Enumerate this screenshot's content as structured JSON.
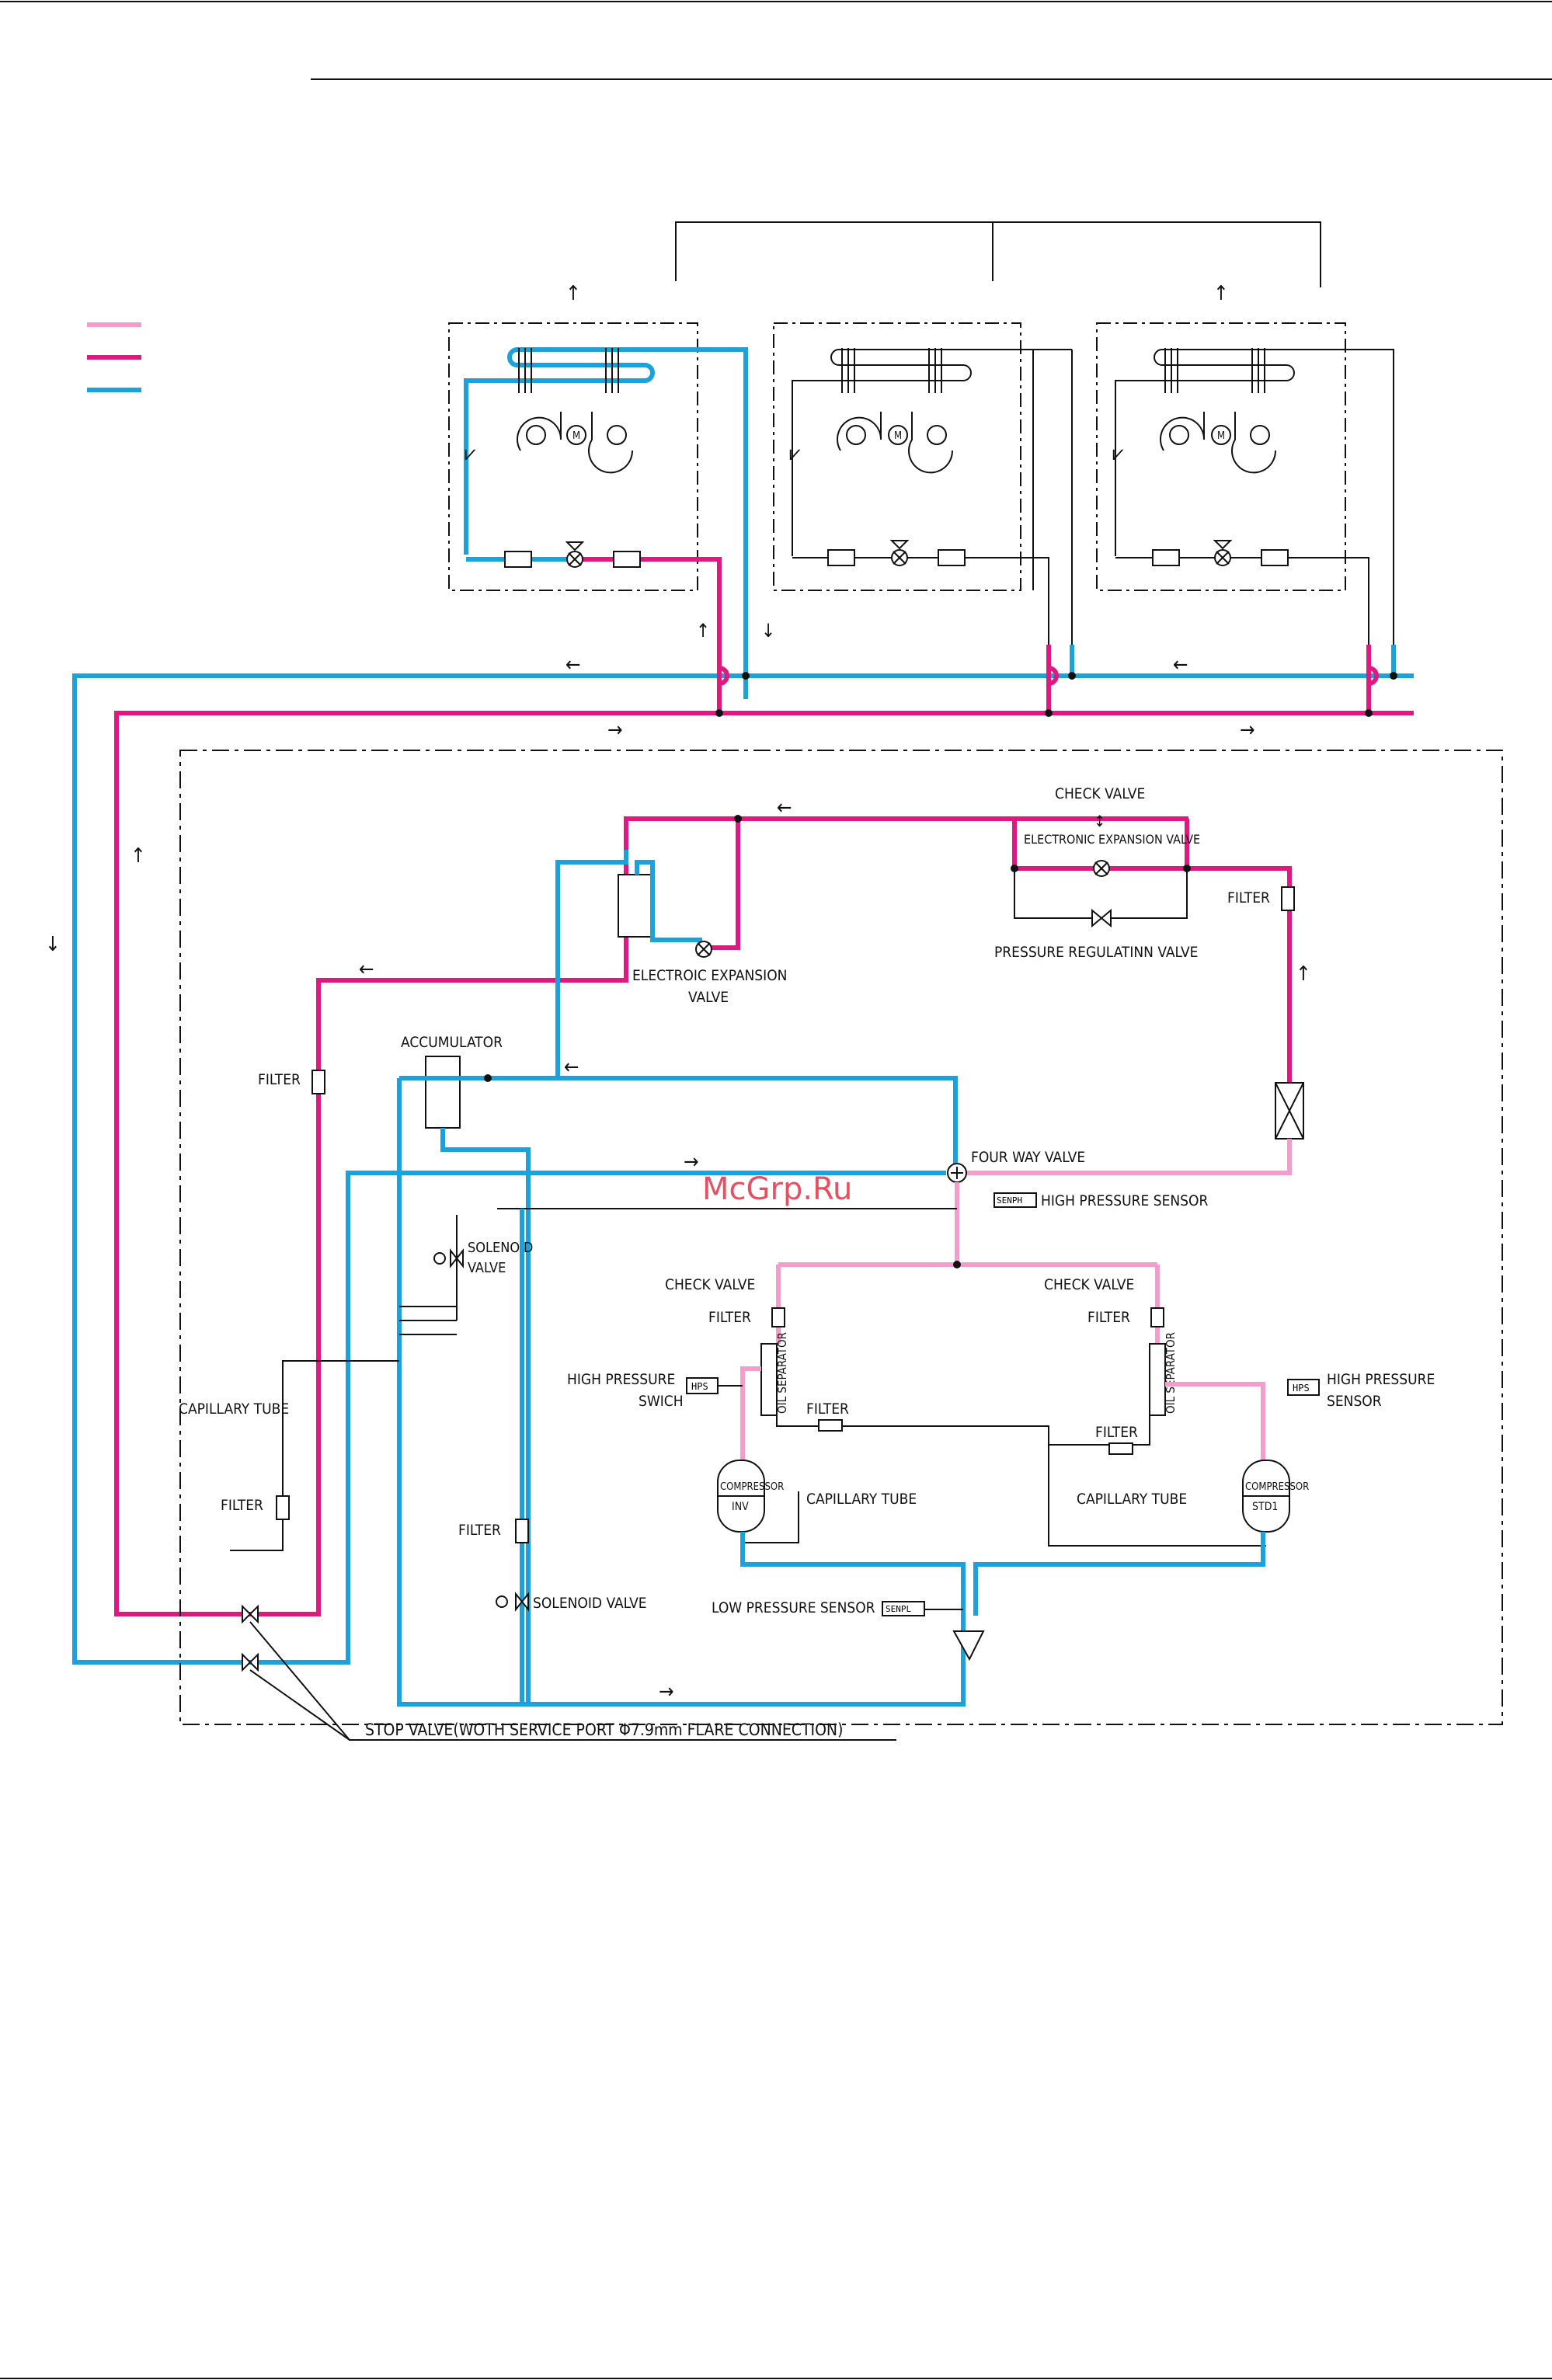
{
  "colors": {
    "discharge_gas": "#f49ccb",
    "high_pressure_liquid": "#e0187f",
    "low_pressure_gas": "#1aa2dc",
    "black": "#111111",
    "watermark": "#e0152c"
  },
  "legend": [
    {
      "color_key": "discharge_gas"
    },
    {
      "color_key": "high_pressure_liquid"
    },
    {
      "color_key": "low_pressure_gas"
    }
  ],
  "indoor_units": [
    {
      "id": "unit-1",
      "refrigerant_highlighted": true
    },
    {
      "id": "unit-2",
      "refrigerant_highlighted": false
    },
    {
      "id": "unit-3",
      "refrigerant_highlighted": false
    }
  ],
  "icons": {
    "motor": "M",
    "hps_box": "HPS",
    "senph_box": "SENPH",
    "senpl_box": "SENPL"
  },
  "labels": {
    "check_valve_top": "CHECK VALVE",
    "electronic_expansion_valve_top": "ELECTRONIC EXPANSION VALVE",
    "filter_right": "FILTER",
    "pressure_regulating_valve": "PRESSURE REGULATINN VALVE",
    "electronic_expansion_valve_mid_1": "ELECTROIC EXPANSION",
    "electronic_expansion_valve_mid_2": "VALVE",
    "accumulator": "ACCUMULATOR",
    "filter_left": "FILTER",
    "four_way_valve": "FOUR WAY VALVE",
    "high_pressure_sensor_top": "HIGH PRESSURE SENSOR",
    "solenoid_valve_1": "SOLENOID",
    "solenoid_valve_2": "VALVE",
    "check_valve_left": "CHECK VALVE",
    "check_valve_right": "CHECK VALVE",
    "filter_inv": "FILTER",
    "filter_std": "FILTER",
    "high_pressure_switch_1": "HIGH PRESSURE",
    "high_pressure_switch_2": "SWICH",
    "filter_center": "FILTER",
    "filter_center_2": "FILTER",
    "oil_separator": "OIL SEPARATOR",
    "high_pressure_sensor_right_1": "HIGH PRESSURE",
    "high_pressure_sensor_right_2": "SENSOR",
    "capillary_tube_left": "CAPILLARY TUBE",
    "compressor_inv_1": "COMPRESSOR",
    "compressor_inv_2": "INV",
    "capillary_tube_inv": "CAPILLARY TUBE",
    "capillary_tube_std": "CAPILLARY TUBE",
    "compressor_std_1": "COMPRESSOR",
    "compressor_std_2": "STD1",
    "filter_capillary": "FILTER",
    "filter_bottom": "FILTER",
    "solenoid_valve_bottom": "SOLENOID VALVE",
    "low_pressure_sensor": "LOW PRESSURE SENSOR",
    "stop_valve": "STOP VALVE(WOTH SERVICE PORT  Φ7.9mm FLARE CONNECTION)"
  },
  "watermark": "McGrp.Ru"
}
